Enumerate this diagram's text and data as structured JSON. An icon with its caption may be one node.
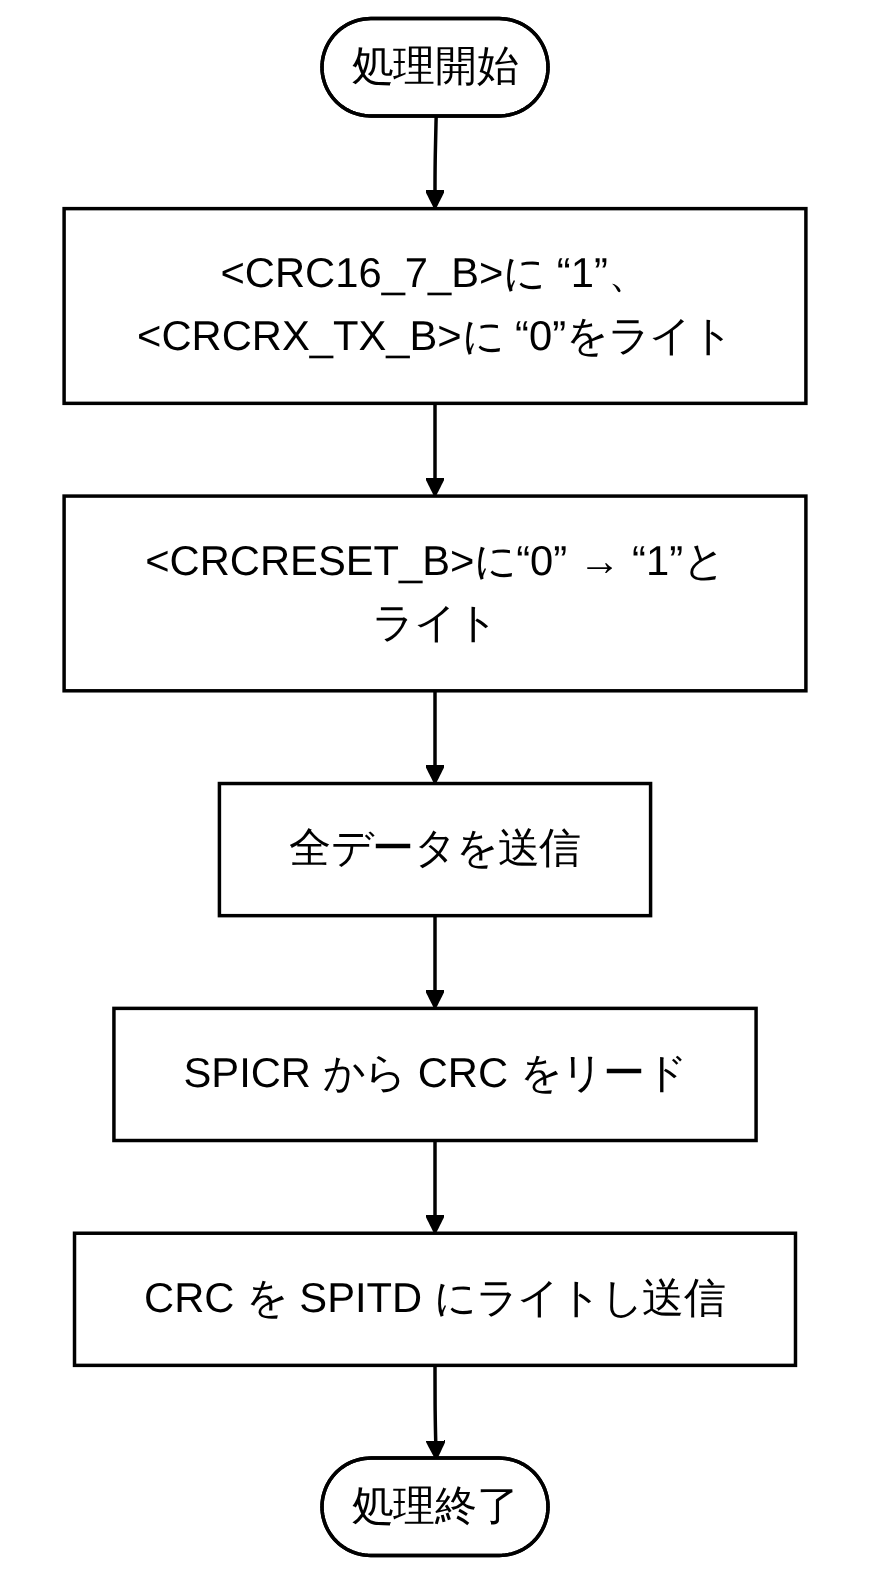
{
  "diagram": {
    "nodes": [
      {
        "text": [
          "処理開始"
        ]
      },
      {
        "text": [
          "<CRC16_7_B>に “1”、<CRCRX_TX_B>に “0”をライト"
        ]
      },
      {
        "text": [
          "<CRCRESET_B>に“0” → “1”とライト"
        ]
      },
      {
        "text": [
          "全データを送信"
        ]
      },
      {
        "text": [
          "SPICR から CRC をリード"
        ]
      },
      {
        "text": [
          "CRC を SPITD にライトし送信"
        ]
      },
      {
        "text": [
          "処理終了"
        ]
      }
    ],
    "edges": [
      {
        "from": 0,
        "to": 1,
        "arrow": "to"
      },
      {
        "from": 1,
        "to": 2,
        "arrow": "to"
      },
      {
        "from": 2,
        "to": 3,
        "arrow": "to"
      },
      {
        "from": 3,
        "to": 4,
        "arrow": "to"
      },
      {
        "from": 4,
        "to": 5,
        "arrow": "to"
      },
      {
        "from": 5,
        "to": 6,
        "arrow": "to"
      }
    ]
  }
}
